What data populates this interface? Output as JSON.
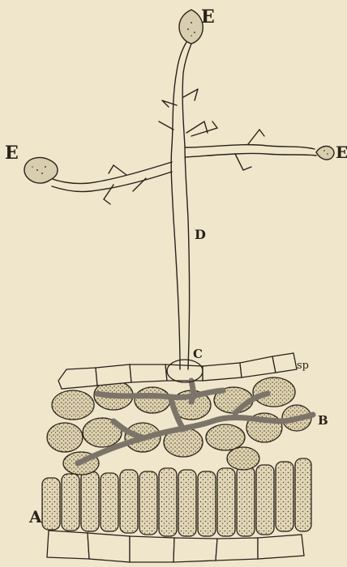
{
  "figure": {
    "labels": {
      "e_top": "E",
      "e_left": "E",
      "e_right": "E",
      "d": "D",
      "c": "C",
      "sp": "sp",
      "b": "B",
      "a": "A"
    }
  },
  "colors": {
    "paper": "#efe6cc",
    "ink": "#2a2218",
    "cell_fill": "#e3d8b8",
    "mycelium": "#7c7468"
  }
}
